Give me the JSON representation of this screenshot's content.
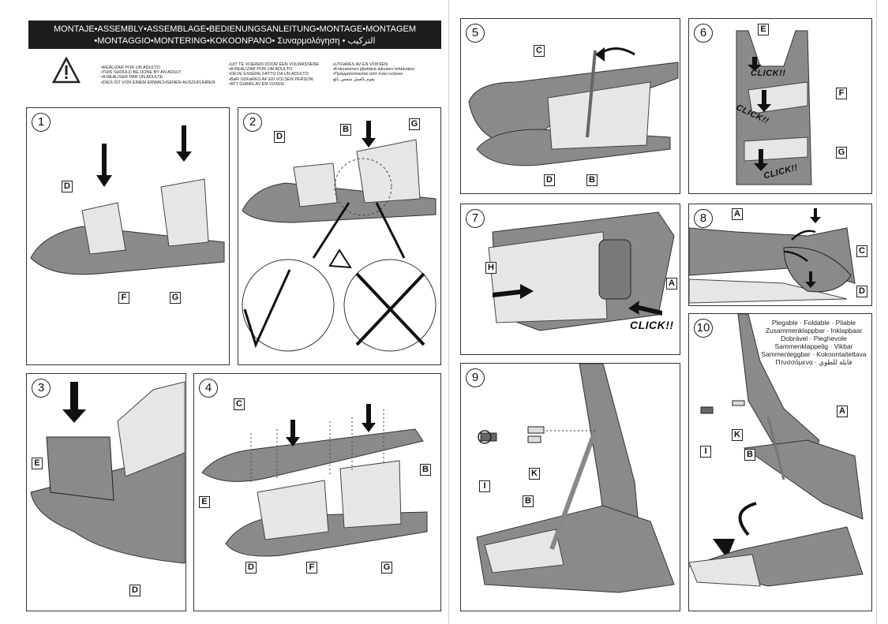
{
  "header": {
    "title_line1": "MONTAJE•ASSEMBLY•ASSEMBLAGE•BEDIENUNGSANLEITUNG•MONTAGE•MONTAGEM",
    "title_line2": "•MONTAGGIO•MONTERING•KOKOONPANO• Συναρμολόγηση • التركيب"
  },
  "warning": {
    "col1": [
      "•REALIZAR POR UN ADULTO",
      "•THIS SHOULD BE DONE BY AN ADULT",
      "•A REALISER PAR UN ADULTE",
      "•DIES IST VON EINEM ERWACHSENEN AUSZUFÜHREN"
    ],
    "col2": [
      "•UIT TE VOEREN DOOR EEN VOLWASSENE",
      "•A REALIZAR POR UM ADULTO",
      "•DEVE ESSERE FATTO DA UN ADULTO",
      "•BøR UDFøRES AF EN VOLSEN PERSON",
      "•ATT GöRAS AV EN VUXEN"
    ],
    "col3": [
      "•UTFøRES AV EN VOKSEN",
      "•Kokoaminen jätettävä aikuisen tehtäväksi",
      "•Πραγματοποιείται από έναν ενήλικο",
      "يقوم بالعمل شخص بالغ"
    ]
  },
  "steps": {
    "s1": {
      "num": "1",
      "labels": [
        "D",
        "F",
        "G"
      ]
    },
    "s2": {
      "num": "2",
      "labels": [
        "D",
        "B",
        "G"
      ]
    },
    "s3": {
      "num": "3",
      "labels": [
        "E",
        "D"
      ]
    },
    "s4": {
      "num": "4",
      "labels": [
        "C",
        "E",
        "D",
        "F",
        "G",
        "B"
      ]
    },
    "s5": {
      "num": "5",
      "labels": [
        "C",
        "D",
        "B"
      ]
    },
    "s6": {
      "num": "6",
      "labels": [
        "E",
        "F",
        "G"
      ],
      "clicks": [
        "CLICK!!",
        "CLICK!!",
        "CLICK!!"
      ]
    },
    "s7": {
      "num": "7",
      "labels": [
        "H",
        "A"
      ],
      "click": "CLICK!!"
    },
    "s8": {
      "num": "8",
      "labels": [
        "A",
        "C",
        "D"
      ]
    },
    "s9": {
      "num": "9",
      "labels": [
        "I",
        "K",
        "B"
      ]
    },
    "s10": {
      "num": "10",
      "labels": [
        "A",
        "K",
        "I",
        "B"
      ]
    }
  },
  "foldable": {
    "lines": [
      "Plegable · Foldable · Pliable",
      "Zusammenklappbar · Inklapbaar",
      "Dobrável · Pieghevole",
      "Sammenklappelig · Vikbar",
      "Sammenleggbar · Kokoontaitettava",
      "Πτυσσόμενα · قابلة للطوي"
    ]
  },
  "colors": {
    "part_dark": "#8a8a8a",
    "part_light": "#e6e6e6",
    "line": "#222222"
  }
}
